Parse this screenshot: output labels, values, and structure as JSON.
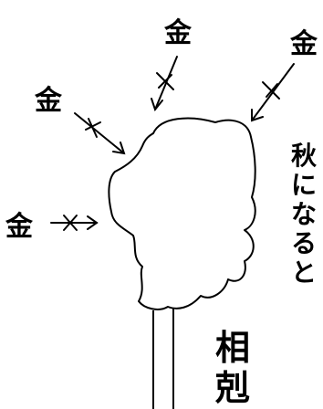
{
  "labels": {
    "metal": "金",
    "autumn_vertical": [
      "秋",
      "に",
      "な",
      "る",
      "と"
    ],
    "sokoku_vertical": [
      "相",
      "剋"
    ]
  },
  "colors": {
    "stroke": "#000000",
    "background": "#ffffff"
  }
}
